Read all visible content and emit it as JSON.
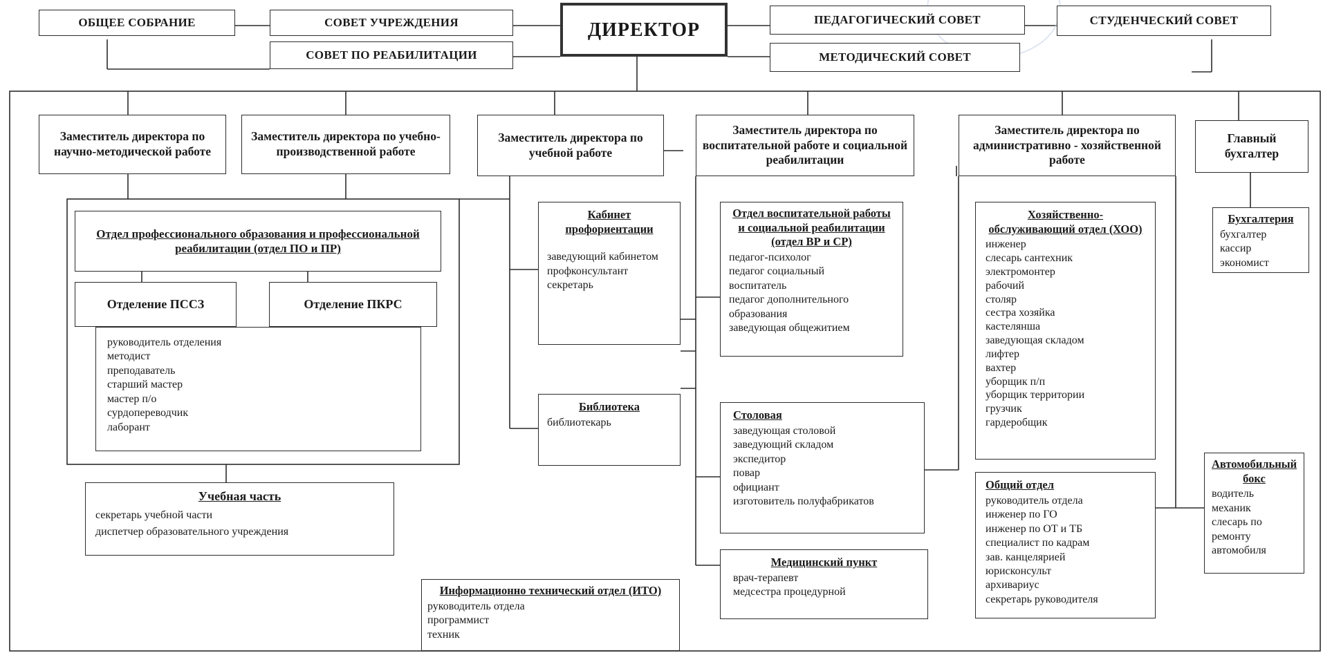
{
  "top_bodies": {
    "general_meeting": "ОБЩЕЕ СОБРАНИЕ",
    "institution_council": "СОВЕТ УЧРЕЖДЕНИЯ",
    "rehab_council": "СОВЕТ ПО РЕАБИЛИТАЦИИ",
    "director": "ДИРЕКТОР",
    "pedagogical_council": "ПЕДАГОГИЧЕСКИЙ СОВЕТ",
    "student_council": "СТУДЕНЧЕСКИЙ СОВЕТ",
    "methodical_council": "МЕТОДИЧЕСКИЙ СОВЕТ"
  },
  "deputies": {
    "scientific": "Заместитель директора по научно-методической работе",
    "production": "Заместитель директора по учебно-производственной работе",
    "academic": "Заместитель директора по учебной работе",
    "educational": "Заместитель директора по воспитательной работе и социальной реабилитации",
    "administrative": "Заместитель директора по административно - хозяйственной работе",
    "accountant": "Главный бухгалтер"
  },
  "units": {
    "prof_dept": "Отдел профессионального образования и профессиональной реабилитации (отдел ПО и ПР)",
    "pssz": "Отделение ПССЗ",
    "pkrs": "Отделение ПКРС",
    "dept_staff": [
      "руководитель отделения",
      "методист",
      "преподаватель",
      "старший мастер",
      "мастер п/о",
      "сурдопереводчик",
      "лаборант"
    ],
    "study_part": {
      "title": "Учебная часть",
      "staff": [
        "секретарь учебной части",
        "диспетчер образовательного учреждения"
      ]
    },
    "ito": {
      "title": "Информационно технический отдел (ИТО)",
      "staff": [
        "руководитель отдела",
        "программист",
        "техник"
      ]
    },
    "career_office": {
      "title": "Кабинет профориентации",
      "staff": [
        "заведующий кабинетом",
        "профконсультант",
        "секретарь"
      ]
    },
    "library": {
      "title": "Библиотека",
      "staff": [
        "библиотекарь"
      ]
    },
    "vr_sr": {
      "title": "Отдел воспитательной работы и социальной реабилитации (отдел ВР и СР)",
      "staff": [
        "педагог-психолог",
        "педагог социальный",
        "воспитатель",
        "педагог дополнительного образования",
        "заведующая общежитием"
      ]
    },
    "canteen": {
      "title": "Столовая",
      "staff": [
        "заведующая столовой",
        "заведующий складом",
        "экспедитор",
        "повар",
        "официант",
        "изготовитель полуфабрикатов"
      ]
    },
    "medical": {
      "title": "Медицинский пункт",
      "staff": [
        "врач-терапевт",
        "медсестра процедурной"
      ]
    },
    "hoo": {
      "title": "Хозяйственно-обслуживающий отдел (ХОО)",
      "staff": [
        "инженер",
        "слесарь сантехник",
        "электромонтер",
        "рабочий",
        "столяр",
        "сестра хозяйка",
        "кастелянша",
        "заведующая складом",
        "лифтер",
        "вахтер",
        "уборщик п/п",
        "уборщик территории",
        "грузчик",
        "гардеробщик"
      ]
    },
    "general_dept": {
      "title": "Общий отдел",
      "staff": [
        "руководитель отдела",
        "инженер по ГО",
        "инженер по ОТ и ТБ",
        "специалист по кадрам",
        "зав. канцелярией",
        "юрисконсульт",
        "архивариус",
        "секретарь  руководителя"
      ]
    },
    "accounting": {
      "title": "Бухгалтерия",
      "staff": [
        "бухгалтер",
        "кассир",
        "экономист"
      ]
    },
    "garage": {
      "title": "Автомобильный бокс",
      "staff": [
        "водитель",
        "механик",
        "слесарь по ремонту автомобиля"
      ]
    }
  }
}
